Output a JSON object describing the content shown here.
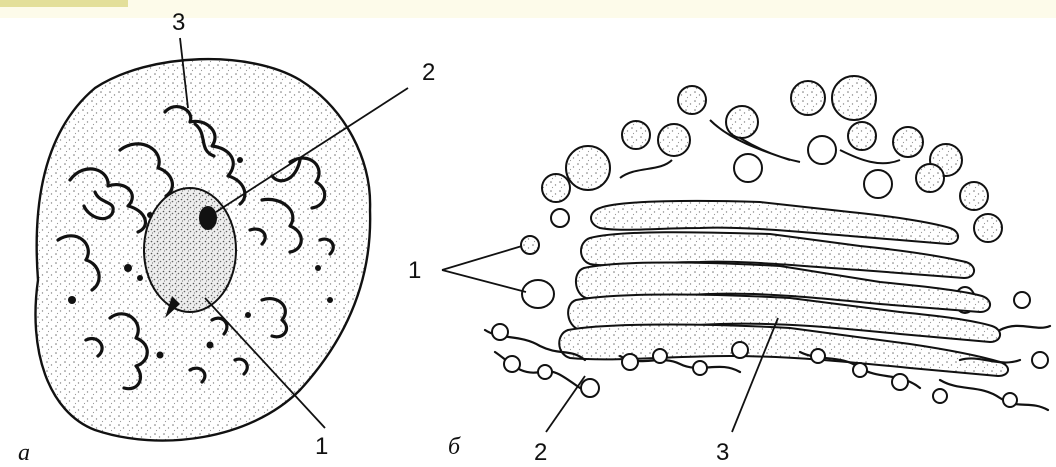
{
  "panel_a": {
    "letter": "а",
    "labels": {
      "nucleus": "1",
      "nucleolus": "2",
      "inclusions": "3"
    }
  },
  "panel_b": {
    "letter": "б",
    "labels": {
      "vesicles": "1",
      "tubules": "2",
      "cisternae": "3"
    }
  },
  "colors": {
    "ink": "#111111",
    "cell_fill": "#ebebeb",
    "band": "#fdfbea",
    "accent": "#e3df9a"
  }
}
